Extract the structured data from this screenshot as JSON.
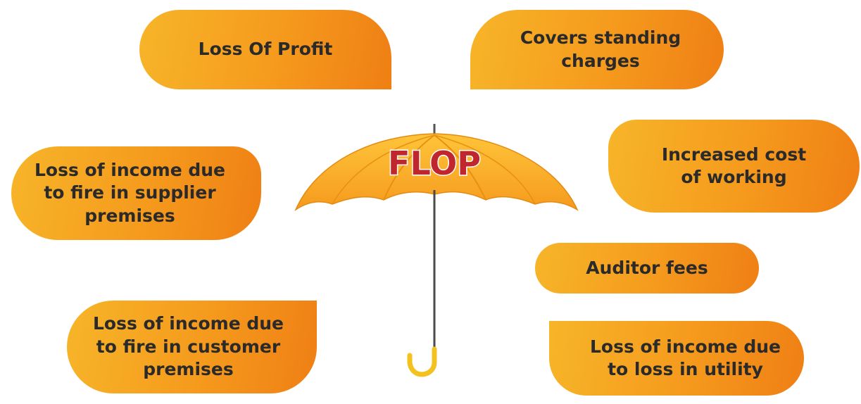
{
  "center": {
    "label": "FLOP"
  },
  "items": [
    {
      "label": "Loss Of Profit"
    },
    {
      "label": "Covers standing charges"
    },
    {
      "label": "Loss of income due to fire in supplier premises"
    },
    {
      "label": "Increased cost of working"
    },
    {
      "label": "Auditor fees"
    },
    {
      "label": "Loss of income due to fire in customer premises"
    },
    {
      "label": "Loss of income due to loss in utility"
    }
  ],
  "colors": {
    "bubble_light": "#f7b529",
    "bubble_dark": "#ef7f14",
    "flop_text": "#c0262d",
    "umbrella": "#f6a21c"
  }
}
